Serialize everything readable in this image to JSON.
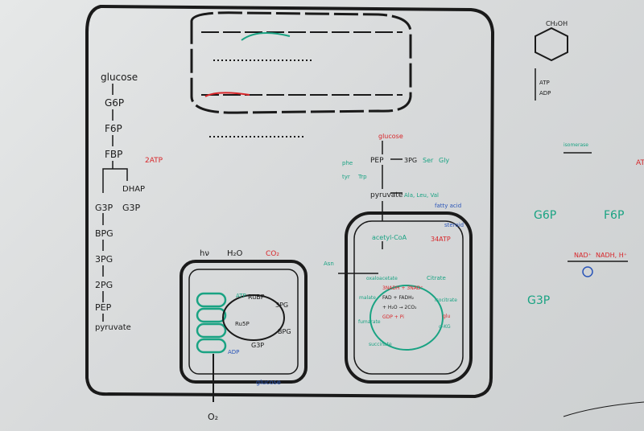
{
  "glycolysis": [
    "glucose",
    "G6P",
    "F6P",
    "FBP"
  ],
  "glycolysis_lower": [
    "G3P",
    "BPG",
    "3PG",
    "2PG",
    "PEP",
    "pyruvate"
  ],
  "dhap": "DHAP",
  "g3p_right": "G3P",
  "atp_2": "2ATP",
  "atp_34": "34ATP",
  "photo": {
    "hv": "hν",
    "h2o": "H₂O",
    "co2": "CO₂",
    "o2": "O₂",
    "atp": "ATP",
    "adp": "ADP",
    "rubp": "RuBP",
    "pg3": "3PG",
    "bpg": "BPG",
    "g3p": "G3P",
    "ru5p": "Ru5P",
    "glucose": "glucose"
  },
  "pathway": {
    "glucose": "glucose",
    "pep": "PEP",
    "pg3": "3PG",
    "ser": "Ser",
    "gly": "Gly",
    "phe": "phe",
    "tyr": "tyr",
    "trp": "Trp",
    "pyruvate": "pyruvate",
    "ala": "Ala, Leu, Val",
    "acetyl": "acetyl-CoA",
    "fatty": "fatty acid",
    "steroid": "steroid"
  },
  "krebs": {
    "oxalo": "oxaloacetate",
    "citrate": "Citrate",
    "isocitrate": "isocitrate",
    "malate": "malate",
    "fumarate": "fumarate",
    "succinate": "succinate",
    "akg": "α-KG",
    "glu": "glu",
    "nadh": "3NADH + 3NAD⁺",
    "fad": "FAD + FADH₂",
    "gtp": "GDP + Pi",
    "h2o": "+ H₂O → 2CO₂",
    "asp": "Asn"
  },
  "right": {
    "ch2oh": "CH₂OH",
    "atp": "ATP",
    "adp": "ADP",
    "g6p": "G6P",
    "f6p": "F6P",
    "g3p": "G3P",
    "isomerase": "isomerase",
    "nad": "NAD⁺",
    "nadh": "NADH, H⁺",
    "atp_cut": "AT"
  },
  "colors": {
    "black": "#1a1a1a",
    "green": "#1aa383",
    "red": "#d8262a",
    "blue": "#2a55b8"
  }
}
